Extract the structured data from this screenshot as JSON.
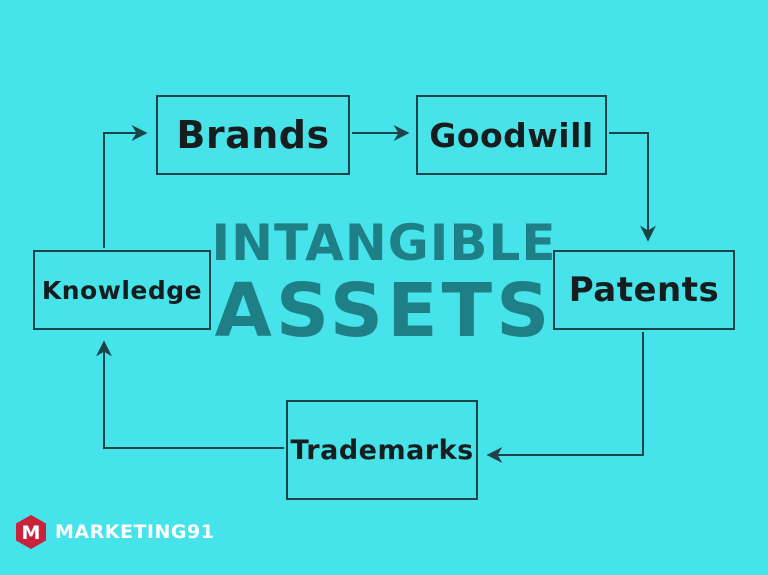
{
  "diagram": {
    "center": {
      "line1": "INTANGIBLE",
      "line2": "ASSETS"
    },
    "nodes": {
      "brands": "Brands",
      "goodwill": "Goodwill",
      "patents": "Patents",
      "trademarks": "Trademarks",
      "knowledge": "Knowledge"
    },
    "flow": [
      "Brands",
      "Goodwill",
      "Patents",
      "Trademarks",
      "Knowledge"
    ],
    "colors": {
      "background": "#47e3ea",
      "box_border": "#1d4448",
      "text": "#161d1e",
      "center_text": "#1f7f86",
      "arrow": "#1d4448"
    }
  },
  "branding": {
    "logo_letter": "M",
    "logo_text": "MARKETING91",
    "logo_color": "#c8233c"
  }
}
